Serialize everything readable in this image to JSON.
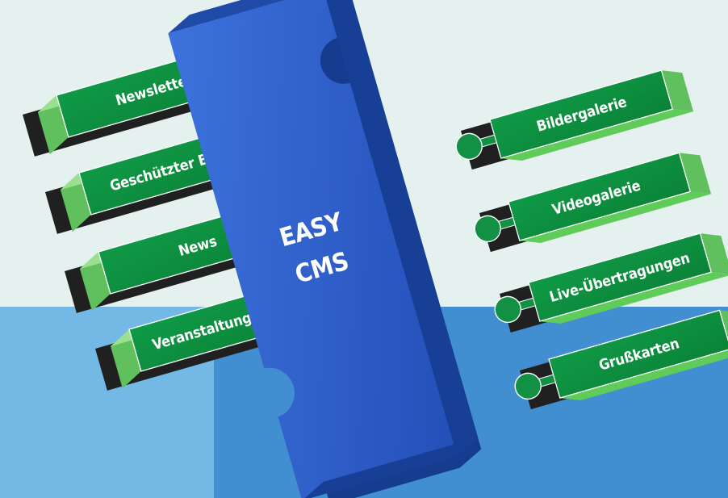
{
  "colors": {
    "background_top": "#e4f1ee",
    "background_bottom_left": "#74b9e6",
    "background_bottom_right": "#418fd1",
    "center_face": "#2e60c8",
    "center_side": "#153c8e",
    "module_face": "#129145",
    "module_side": "#61c05e",
    "module_shadow": "#202020",
    "label_text": "#ffffff"
  },
  "center": {
    "line1": "EASY",
    "line2": "CMS"
  },
  "modules": {
    "left": [
      {
        "label": "Newsletter",
        "icon": "puzzle-connector-icon"
      },
      {
        "label": "Geschützter Bereich",
        "icon": "puzzle-connector-icon"
      },
      {
        "label": "News",
        "icon": "puzzle-connector-icon"
      },
      {
        "label": "Veranstaltungskalender",
        "icon": "puzzle-connector-icon"
      }
    ],
    "right": [
      {
        "label": "Bildergalerie",
        "icon": "puzzle-connector-icon"
      },
      {
        "label": "Videogalerie",
        "icon": "puzzle-connector-icon"
      },
      {
        "label": "Live-Übertragungen",
        "icon": "puzzle-connector-icon"
      },
      {
        "label": "Grußkarten",
        "icon": "puzzle-connector-icon"
      }
    ]
  }
}
